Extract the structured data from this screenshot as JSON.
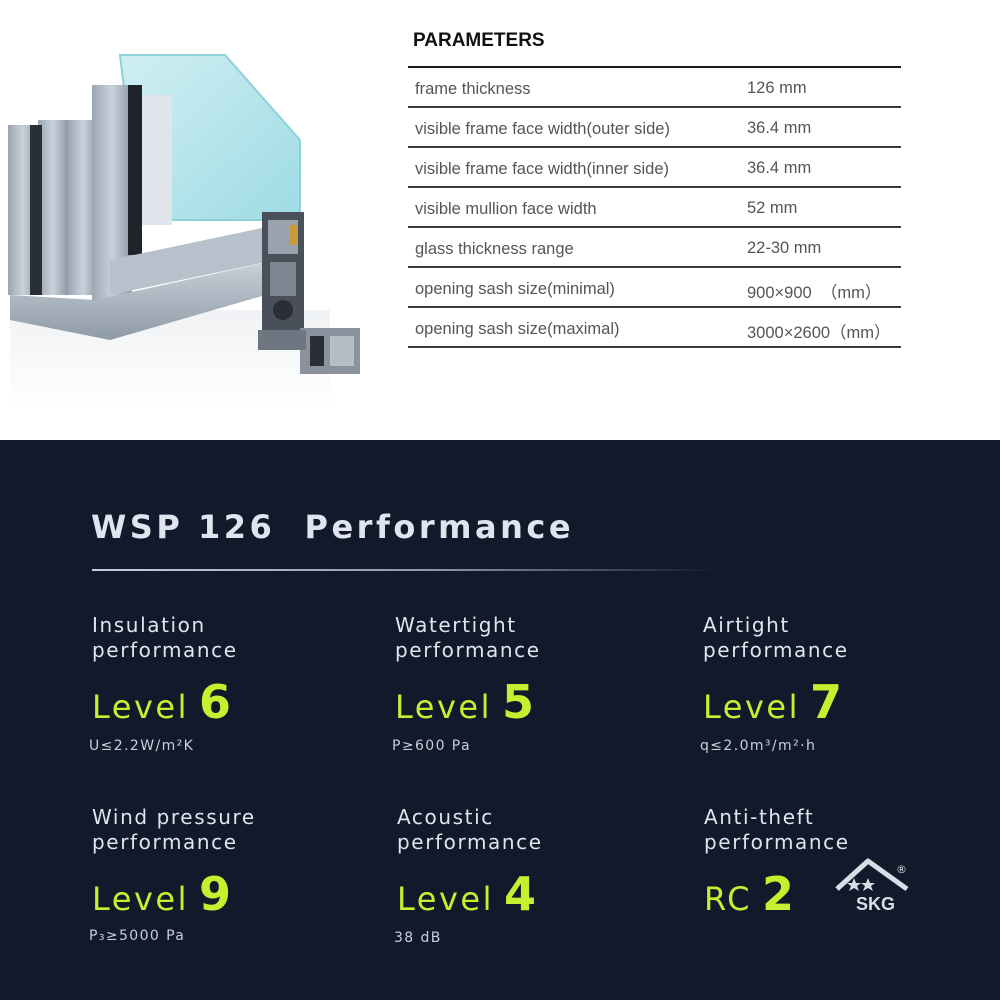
{
  "parameters": {
    "title": "PARAMETERS",
    "rows": [
      {
        "label": "frame thickness",
        "value": "126 mm"
      },
      {
        "label": "visible frame face width(outer side)",
        "value": "36.4 mm"
      },
      {
        "label": "visible frame face width(inner side)",
        "value": "36.4 mm"
      },
      {
        "label": "visible mullion face width",
        "value": "52 mm"
      },
      {
        "label": "glass thickness range",
        "value": "22-30 mm"
      },
      {
        "label": "opening sash size(minimal)",
        "value": "900×900  （mm）"
      },
      {
        "label": "opening sash size(maximal)",
        "value": "3000×2600（mm）"
      }
    ]
  },
  "performance": {
    "heading": "WSP 126  Performance",
    "items": [
      {
        "name_line1": "Insulation",
        "name_line2": "performance",
        "level_word": "Level",
        "level_num": "6",
        "detail": "U≤2.2W/m²K"
      },
      {
        "name_line1": "Watertight",
        "name_line2": "performance",
        "level_word": "Level",
        "level_num": "5",
        "detail": "P≥600 Pa"
      },
      {
        "name_line1": "Airtight",
        "name_line2": "performance",
        "level_word": "Level",
        "level_num": "7",
        "detail": "q≤2.0m³/m²·h"
      },
      {
        "name_line1": "Wind pressure",
        "name_line2": "performance",
        "level_word": "Level",
        "level_num": "9",
        "detail": "P₃≥5000 Pa"
      },
      {
        "name_line1": "Acoustic",
        "name_line2": "performance",
        "level_word": "Level",
        "level_num": "4",
        "detail": "38 dB"
      },
      {
        "name_line1": "Anti-theft",
        "name_line2": "performance",
        "level_word": "RC",
        "level_num": "2",
        "detail": ""
      }
    ],
    "badge": {
      "text": "SKG",
      "mark": "®",
      "icon": "skg-star-roof-icon"
    }
  },
  "colors": {
    "dark_bg": "#111a2a",
    "accent_green": "#c7ee2f",
    "light_text": "#dfe4ef"
  }
}
